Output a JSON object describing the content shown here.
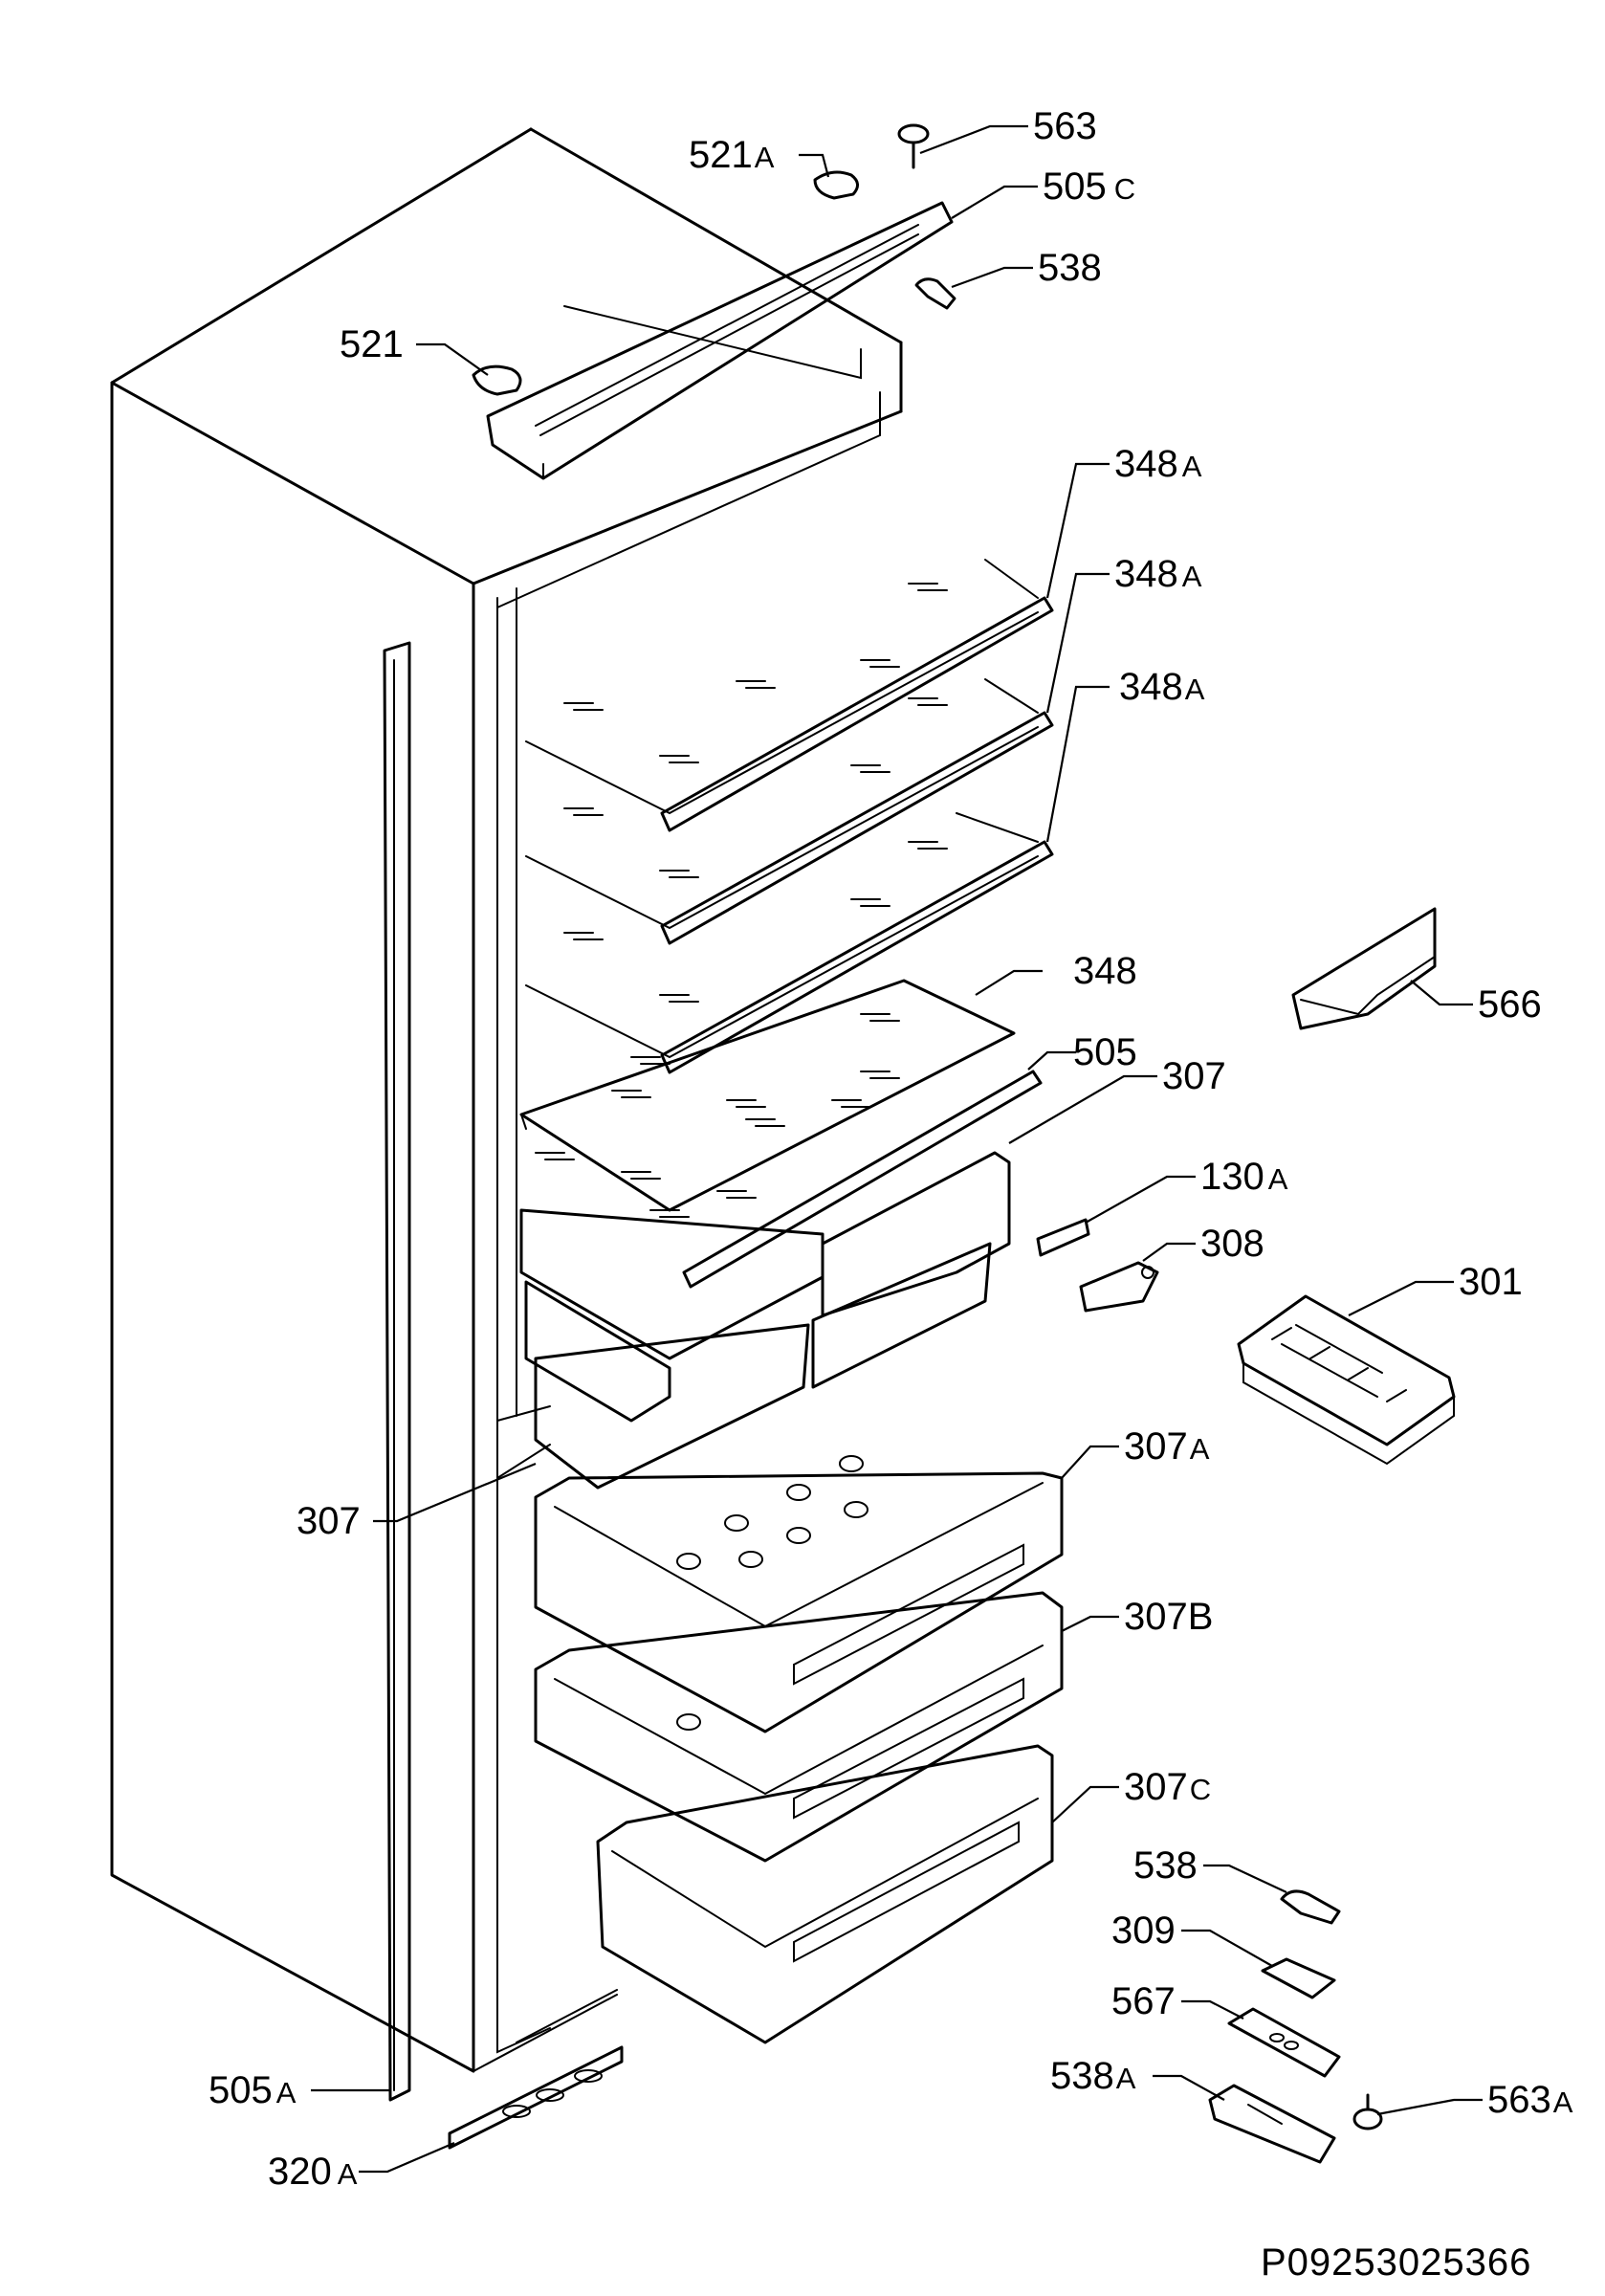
{
  "labels": {
    "l563": {
      "num": "563",
      "suf": ""
    },
    "l521a": {
      "num": "521",
      "suf": "A"
    },
    "l505c": {
      "num": "505",
      "suf": "C"
    },
    "l538_top": {
      "num": "538",
      "suf": ""
    },
    "l521": {
      "num": "521",
      "suf": ""
    },
    "l348a_1": {
      "num": "348",
      "suf": "A"
    },
    "l348a_2": {
      "num": "348",
      "suf": "A"
    },
    "l348a_3": {
      "num": "348",
      "suf": "A"
    },
    "l348": {
      "num": "348",
      "suf": ""
    },
    "l566": {
      "num": "566",
      "suf": ""
    },
    "l505": {
      "num": "505",
      "suf": ""
    },
    "l307_right": {
      "num": "307",
      "suf": ""
    },
    "l130a": {
      "num": "130",
      "suf": "A"
    },
    "l308": {
      "num": "308",
      "suf": ""
    },
    "l301": {
      "num": "301",
      "suf": ""
    },
    "l307a": {
      "num": "307",
      "suf": "A"
    },
    "l307_left": {
      "num": "307",
      "suf": ""
    },
    "l307b": {
      "num": "307B",
      "suf": ""
    },
    "l307c": {
      "num": "307",
      "suf": "C"
    },
    "l538_bottom": {
      "num": "538",
      "suf": ""
    },
    "l309": {
      "num": "309",
      "suf": ""
    },
    "l567": {
      "num": "567",
      "suf": ""
    },
    "l538a": {
      "num": "538",
      "suf": "A"
    },
    "l563a": {
      "num": "563",
      "suf": "A"
    },
    "l505a": {
      "num": "505",
      "suf": "A"
    },
    "l320a": {
      "num": "320",
      "suf": "A"
    }
  },
  "drawing_code": "P09253025366"
}
